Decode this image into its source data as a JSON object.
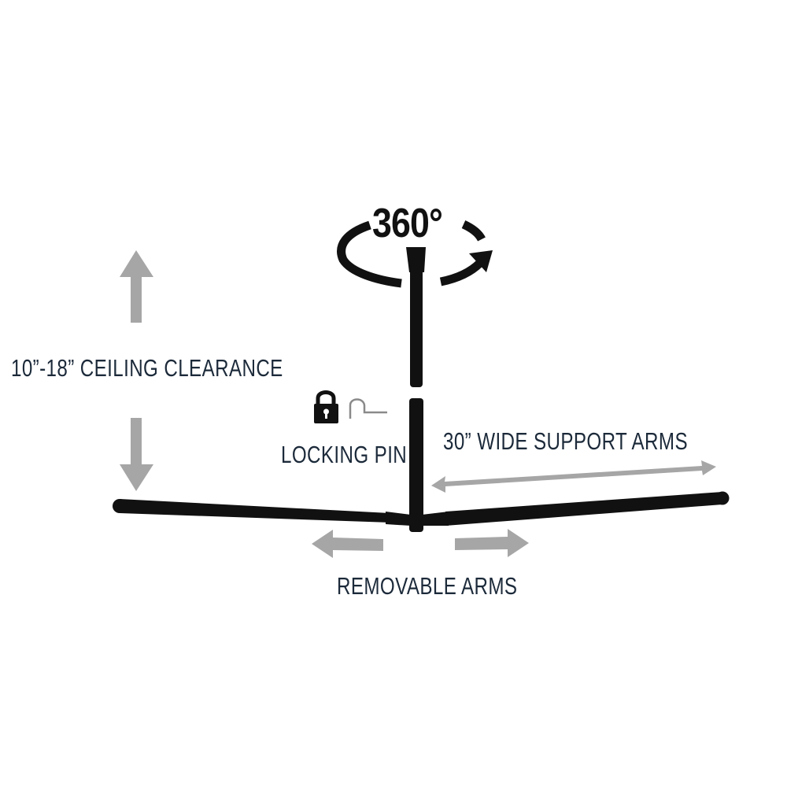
{
  "diagram": {
    "subject": "Ceiling-mounted rotating hanger with removable support arms",
    "colors": {
      "background": "#ffffff",
      "structure": "#111111",
      "arrow": "#a6a6a6",
      "label_text": "#1c2a3a"
    },
    "rotation": {
      "label": "360°",
      "icon": "rotation-arrow-icon"
    },
    "annotations": [
      {
        "id": "clearance",
        "label": "10”-18” CEILING CLEARANCE",
        "icon": "vertical-double-arrow-icon"
      },
      {
        "id": "locking",
        "label": "LOCKING PIN",
        "icons": [
          "padlock-icon",
          "pin-icon"
        ]
      },
      {
        "id": "support",
        "label": "30” WIDE SUPPORT ARMS",
        "icon": "horizontal-double-arrow-icon"
      },
      {
        "id": "removable",
        "label": "REMOVABLE ARMS",
        "icons": [
          "left-arrow-icon",
          "right-arrow-icon"
        ]
      }
    ]
  }
}
